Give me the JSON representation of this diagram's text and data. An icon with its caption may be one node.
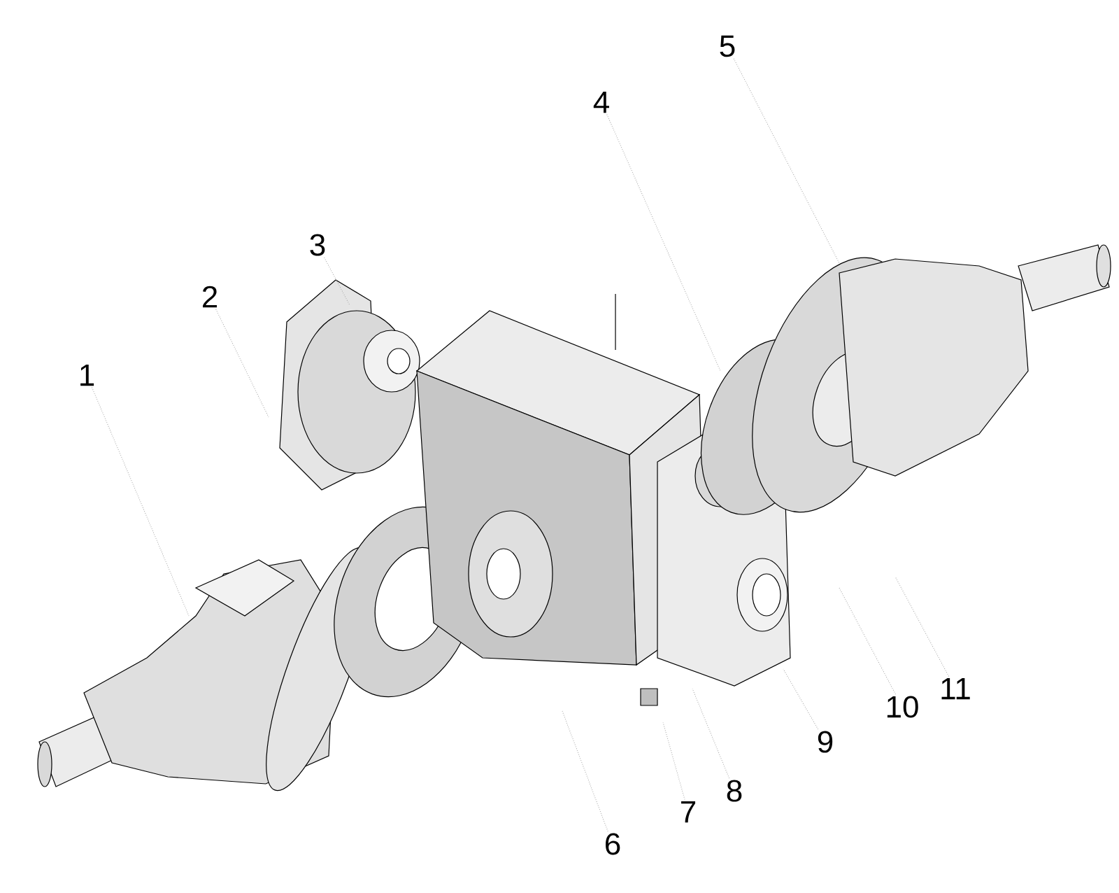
{
  "diagram": {
    "nodes": [
      {
        "text": [
          "1"
        ]
      },
      {
        "text": [
          "2"
        ]
      },
      {
        "text": [
          "3"
        ]
      },
      {
        "text": [
          "4"
        ]
      },
      {
        "text": [
          "5"
        ]
      },
      {
        "text": [
          "6"
        ]
      },
      {
        "text": [
          "7"
        ]
      },
      {
        "text": [
          "8"
        ]
      },
      {
        "text": [
          "9"
        ]
      },
      {
        "text": [
          "10"
        ]
      },
      {
        "text": [
          "11"
        ]
      }
    ],
    "edges": [
      {
        "from": 0,
        "to": null,
        "arrow": "none"
      },
      {
        "from": 1,
        "to": null,
        "arrow": "none"
      },
      {
        "from": 2,
        "to": null,
        "arrow": "none"
      },
      {
        "from": 3,
        "to": null,
        "arrow": "none"
      },
      {
        "from": 4,
        "to": null,
        "arrow": "none"
      },
      {
        "from": 5,
        "to": null,
        "arrow": "none"
      },
      {
        "from": 6,
        "to": null,
        "arrow": "none"
      },
      {
        "from": 7,
        "to": null,
        "arrow": "none"
      },
      {
        "from": 8,
        "to": null,
        "arrow": "none"
      },
      {
        "from": 9,
        "to": null,
        "arrow": "none"
      },
      {
        "from": 10,
        "to": null,
        "arrow": "none"
      }
    ]
  }
}
